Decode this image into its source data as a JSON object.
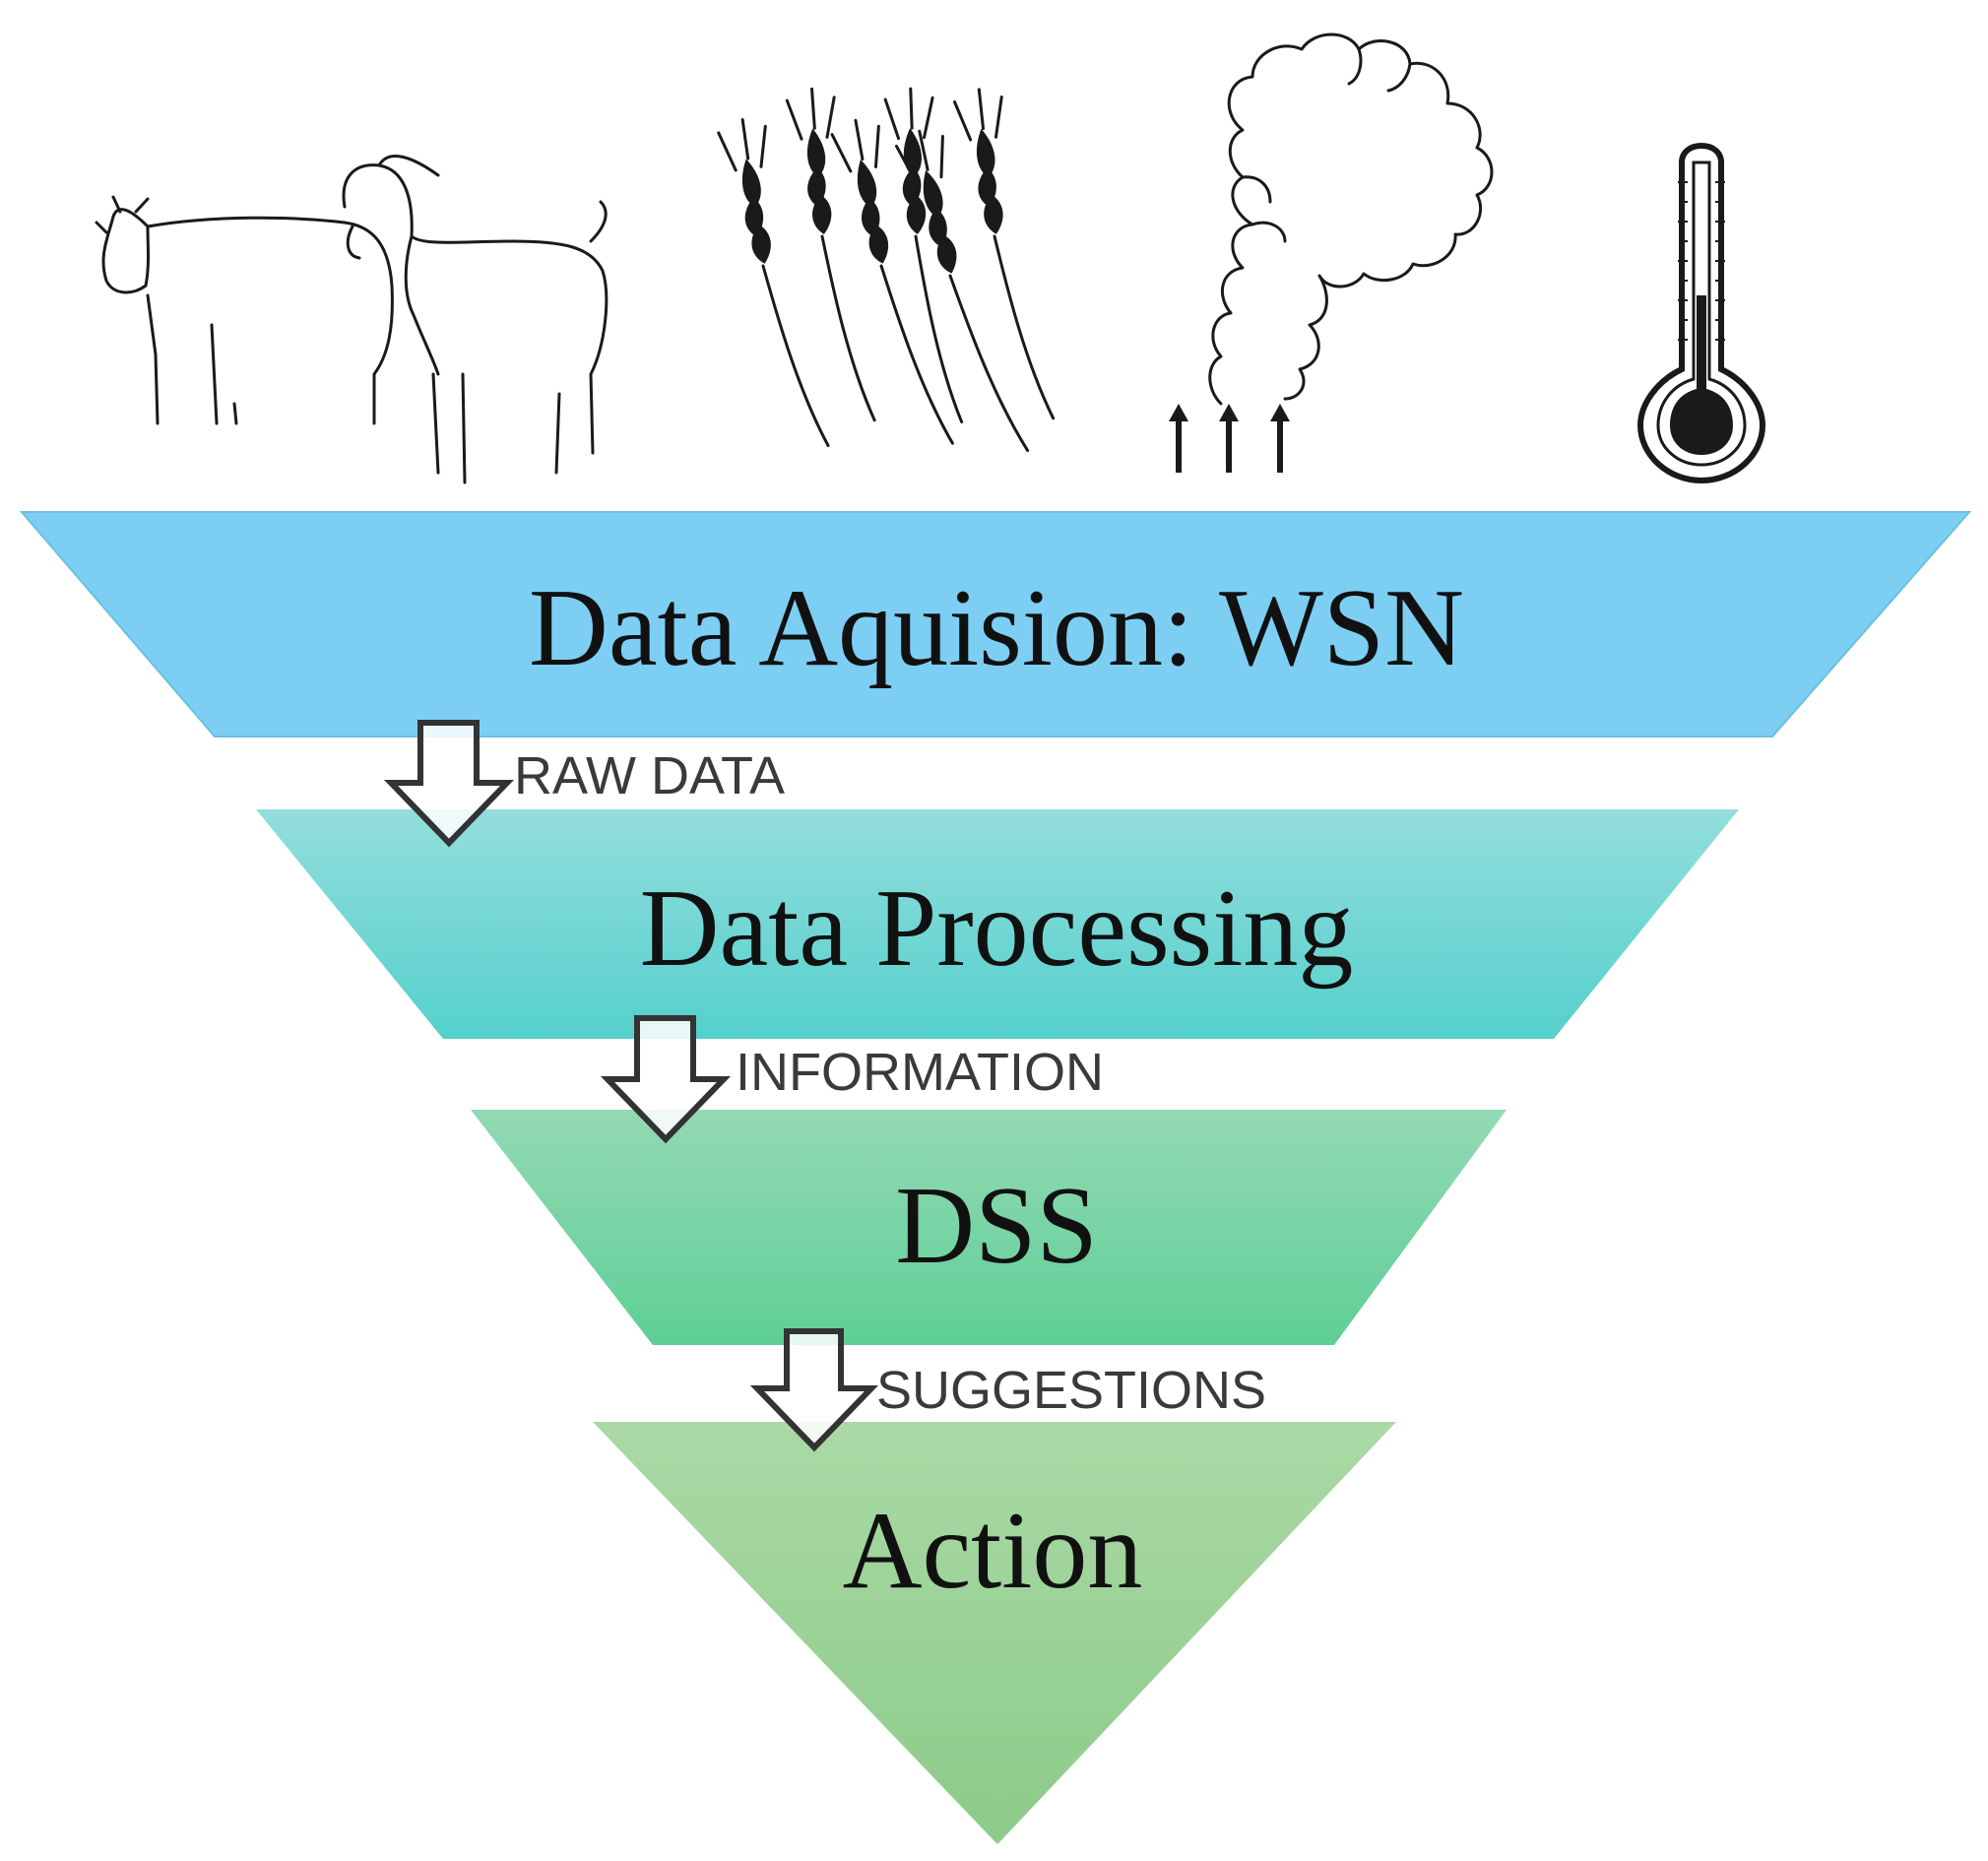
{
  "icons": [
    {
      "name": "livestock-icon",
      "meaning": "cow and goat"
    },
    {
      "name": "crop-icon",
      "meaning": "wheat"
    },
    {
      "name": "emissions-icon",
      "meaning": "gas cloud with upward arrows"
    },
    {
      "name": "temperature-icon",
      "meaning": "thermometer"
    }
  ],
  "layers": [
    {
      "label": "Data Aquision: WSN",
      "color_top": "#7ccff3",
      "color_bottom": "#7ccff3"
    },
    {
      "label": "Data Processing",
      "color_top": "#93dedc",
      "color_bottom": "#55d0cc"
    },
    {
      "label": "DSS",
      "color_top": "#94d9b4",
      "color_bottom": "#5ecf96"
    },
    {
      "label": "Action",
      "color_top": "#aad9a5",
      "color_bottom": "#8ccb89"
    }
  ],
  "flows": [
    {
      "label": "RAW DATA"
    },
    {
      "label": "INFORMATION"
    },
    {
      "label": "SUGGESTIONS"
    }
  ]
}
